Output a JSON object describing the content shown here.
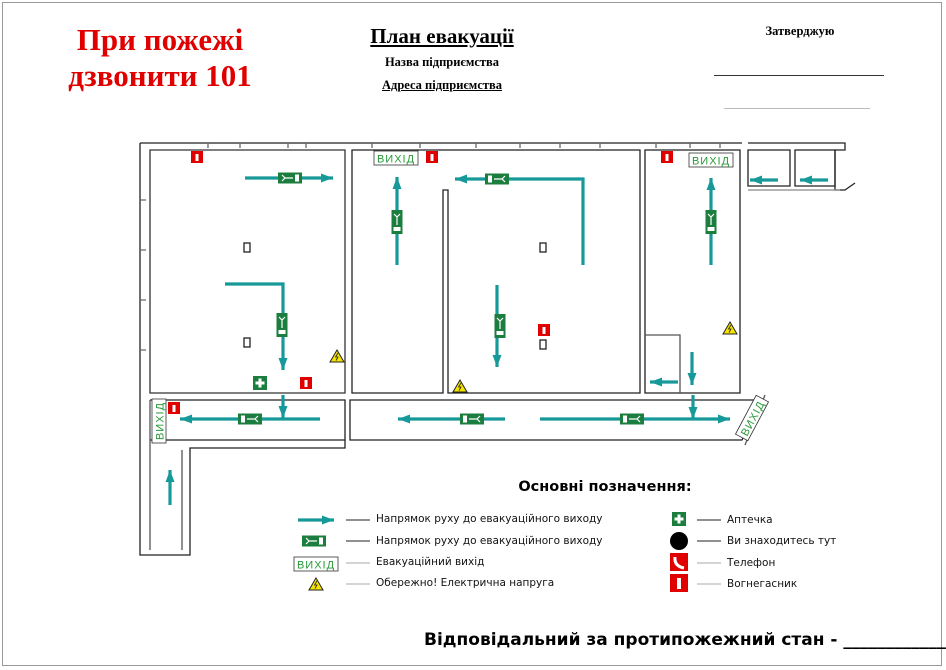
{
  "header": {
    "fire_line1": "При пожежі",
    "fire_line2": "дзвонити 101",
    "title": "План евакуації",
    "company_name": "Назва підприємства",
    "company_address": "Адреса підприємства",
    "approve": "Затверджую"
  },
  "plan": {
    "exit_label": "ВИХІД"
  },
  "legend": {
    "title": "Основні позначення:",
    "items": [
      {
        "icon": "arrow-icon",
        "label": "Напрямок руху до евакуаційного виходу"
      },
      {
        "icon": "exit-direction-sign-icon",
        "label": "Напрямок руху до евакуаційного виходу"
      },
      {
        "icon": "exit-sign-icon",
        "label": "Евакуаційний вихід"
      },
      {
        "icon": "electric-hazard-icon",
        "label": "Обережно! Електрична напруга"
      },
      {
        "icon": "first-aid-icon",
        "label": "Аптечка"
      },
      {
        "icon": "you-are-here-icon",
        "label": "Ви знаходитесь тут"
      },
      {
        "icon": "phone-icon",
        "label": "Телефон"
      },
      {
        "icon": "fire-extinguisher-icon",
        "label": "Вогнегасник"
      }
    ]
  },
  "footer": {
    "responsible": "Відповідальний за протипожежний стан - ______________"
  },
  "colors": {
    "arrow": "#17999a",
    "sign_green": "#1b7d3e",
    "fire_red": "#e00000",
    "warning_yellow": "#f5e400"
  }
}
